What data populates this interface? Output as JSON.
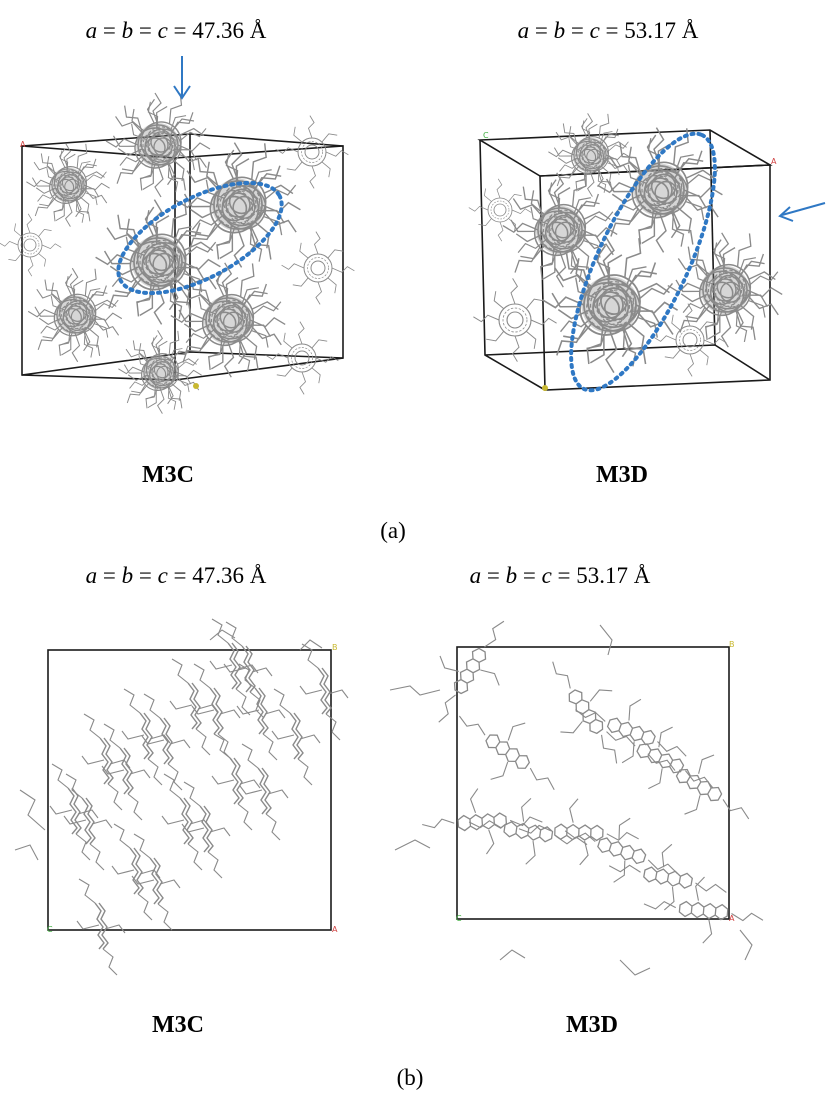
{
  "panel_a": {
    "caption": "(a)",
    "left": {
      "cell_label_var": "a = b = c",
      "cell_label_value": "= 47.36 Å",
      "name": "M3C"
    },
    "right": {
      "cell_label_var": "a = b = c",
      "cell_label_value": "= 53.17 Å",
      "name": "M3D"
    }
  },
  "panel_b": {
    "caption": "(b)",
    "left": {
      "cell_label_var": "a = b = c",
      "cell_label_value": "= 47.36 Å",
      "name": "M3C"
    },
    "right": {
      "cell_label_var": "a = b = c",
      "cell_label_value": "= 53.17 Å",
      "name": "M3D"
    }
  },
  "colors": {
    "molecule": "#8a8a8a",
    "box": "#1a1a1a",
    "highlight": "#2f78c4",
    "axis_a": "#d04040",
    "axis_b": "#c8b830",
    "axis_c": "#40b040"
  },
  "icons": [
    "arrow-down-icon",
    "arrow-left-icon"
  ]
}
